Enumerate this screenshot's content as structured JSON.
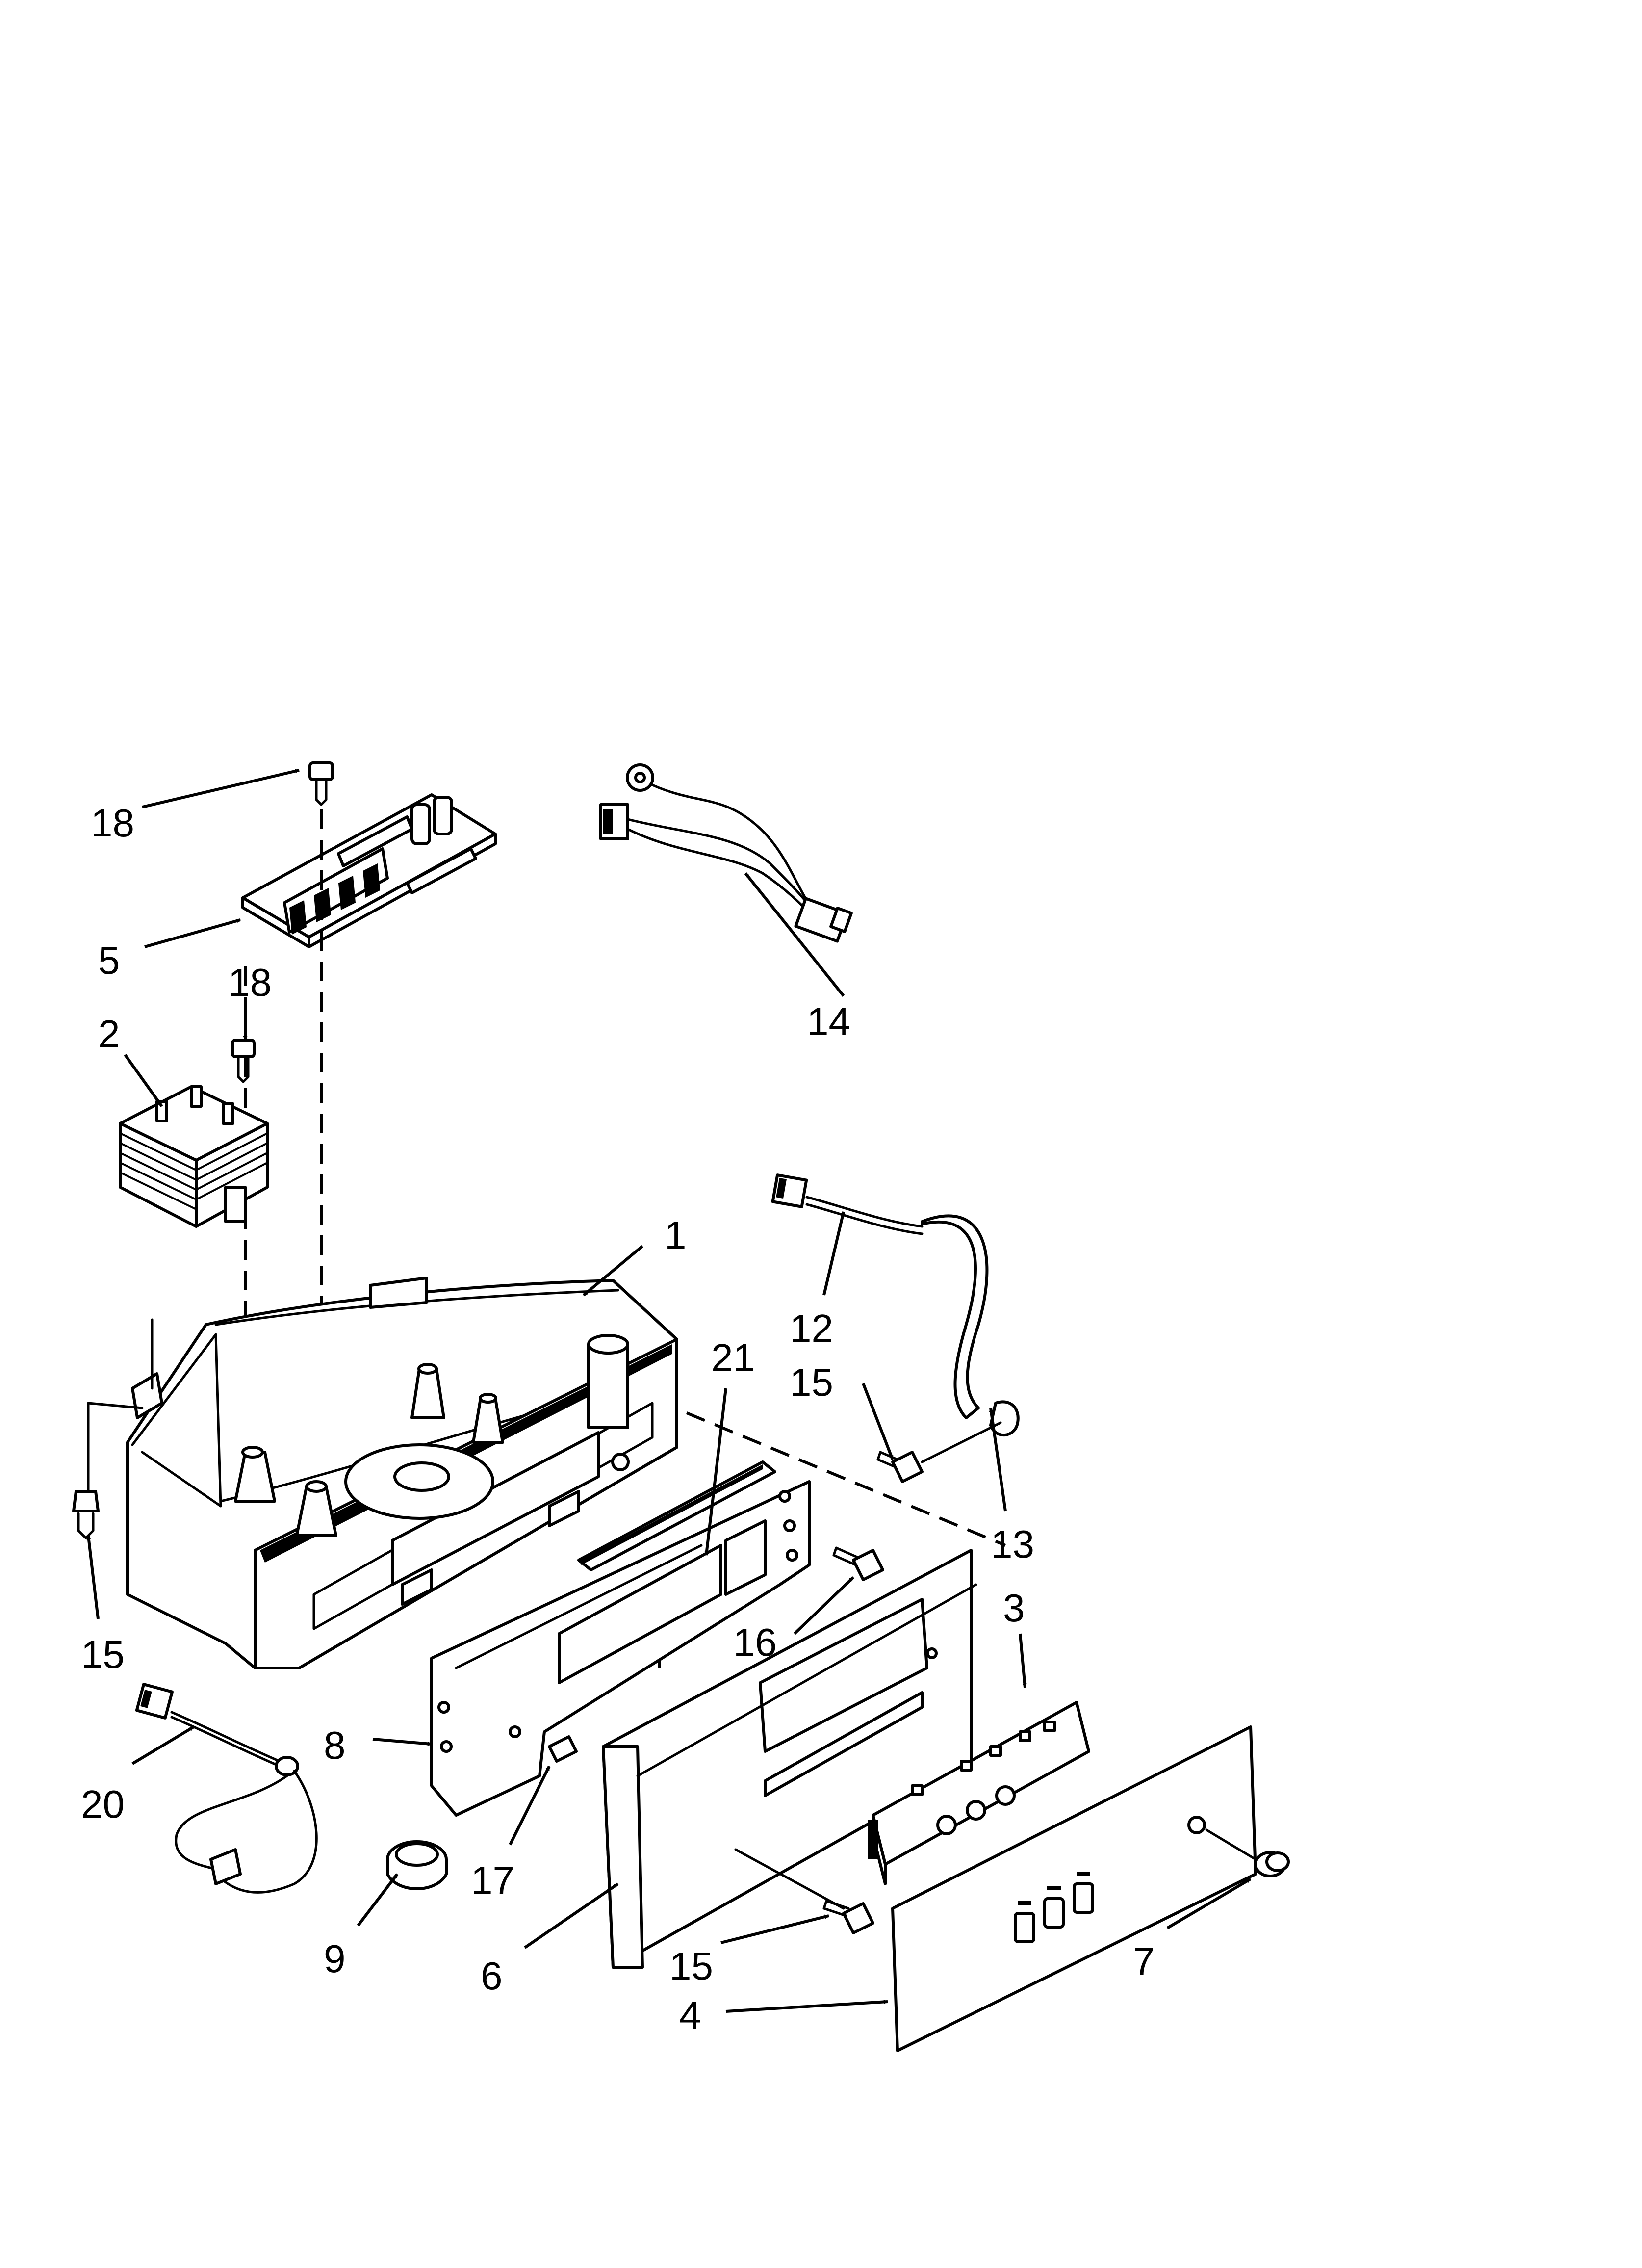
{
  "callouts": {
    "c18a": "18",
    "c5": "5",
    "c18b": "18",
    "c2": "2",
    "c14": "14",
    "c1": "1",
    "c12": "12",
    "c15a": "15",
    "c21": "21",
    "c13": "13",
    "c15b": "15",
    "c3": "3",
    "c16": "16",
    "c8": "8",
    "c20": "20",
    "c17": "17",
    "c9": "9",
    "c6": "6",
    "c15c": "15",
    "c4": "4",
    "c7": "7"
  }
}
